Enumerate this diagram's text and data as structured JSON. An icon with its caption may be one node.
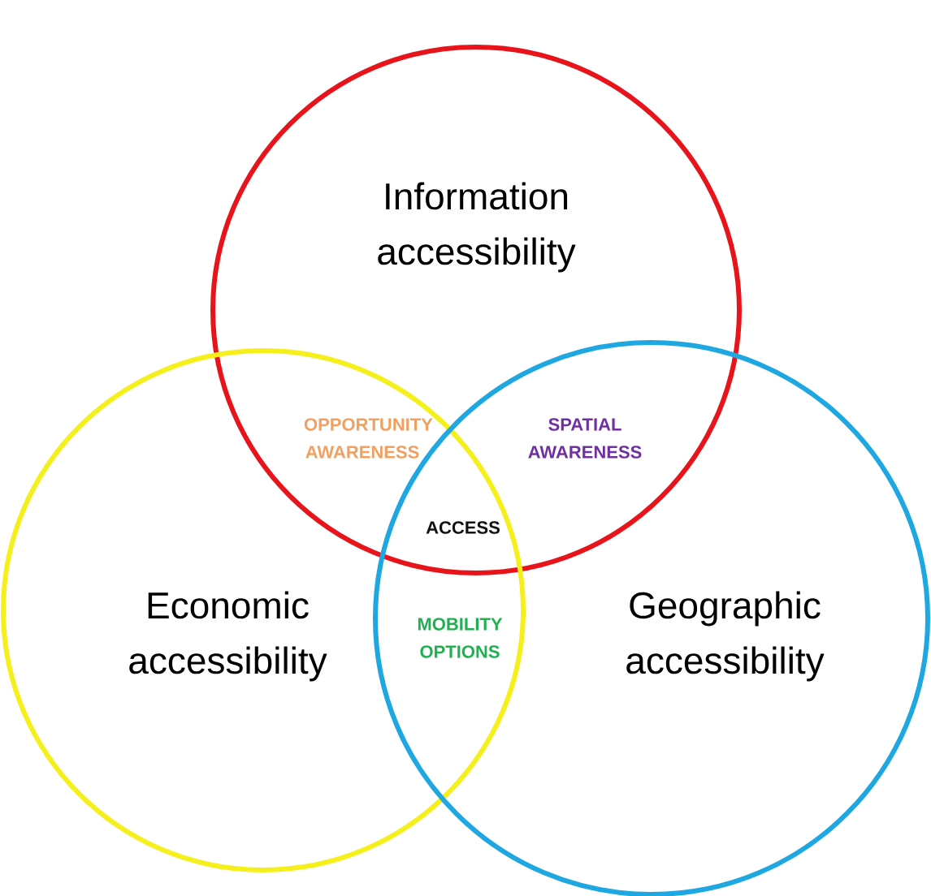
{
  "diagram": {
    "nodes": [
      {
        "text": [
          "Information accessibility"
        ]
      },
      {
        "text": [
          "Economic accessibility"
        ]
      },
      {
        "text": [
          "Geographic accessibility"
        ]
      }
    ],
    "labels": [
      "OPPORTUNITY AWARENESS",
      "SPATIAL AWARENESS",
      "ACCESS",
      "MOBILITY OPTIONS"
    ]
  }
}
